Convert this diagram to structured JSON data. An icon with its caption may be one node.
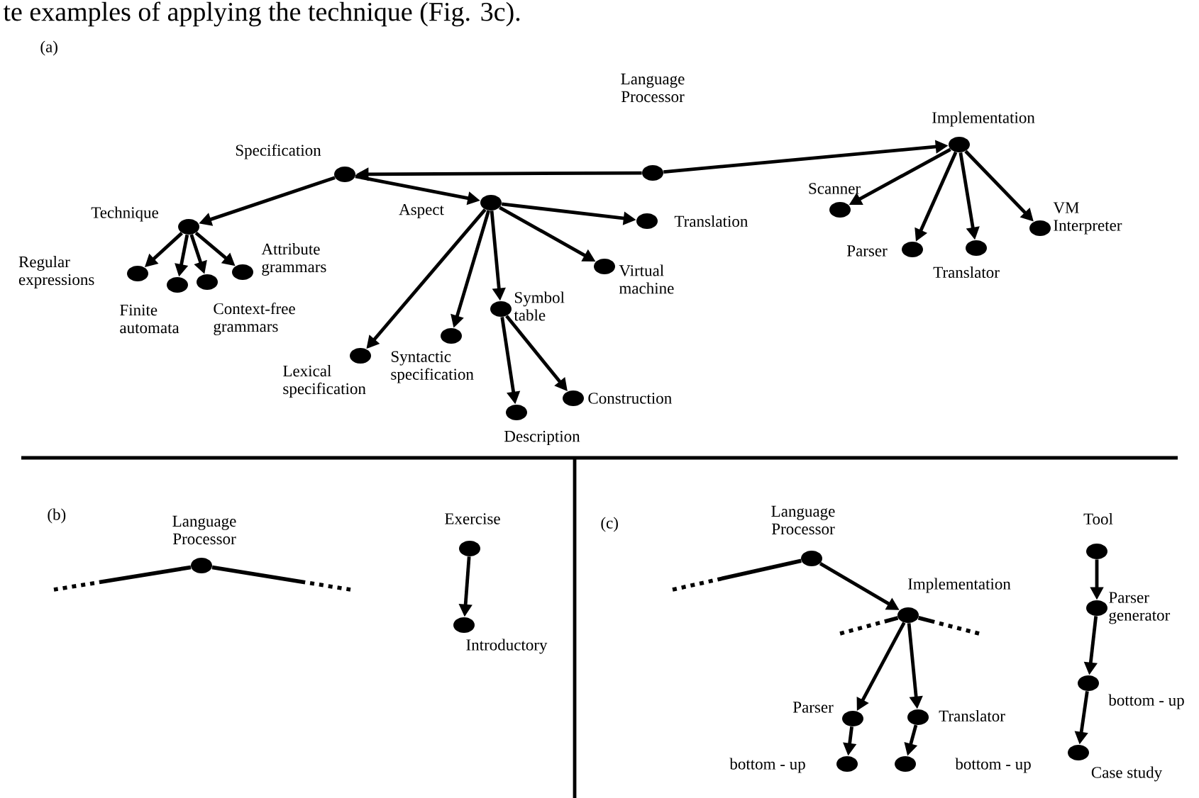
{
  "diagram": {
    "nodes": [
      {
        "text": [
          "Language Processor"
        ]
      },
      {
        "text": [
          "Specification"
        ]
      },
      {
        "text": [
          "Implementation"
        ]
      },
      {
        "text": [
          "Technique"
        ]
      },
      {
        "text": [
          "Aspect"
        ]
      },
      {
        "text": [
          "Translation"
        ]
      },
      {
        "text": [
          "Scanner"
        ]
      },
      {
        "text": [
          "Parser"
        ]
      },
      {
        "text": [
          "Translator"
        ]
      },
      {
        "text": [
          "VM Interpreter"
        ]
      },
      {
        "text": [
          "Regular expressions"
        ]
      },
      {
        "text": [
          "Finite automata"
        ]
      },
      {
        "text": [
          "Context-free grammars"
        ]
      },
      {
        "text": [
          "Attribute grammars"
        ]
      },
      {
        "text": [
          "Lexical specification"
        ]
      },
      {
        "text": [
          "Syntactic specification"
        ]
      },
      {
        "text": [
          "Symbol table"
        ]
      },
      {
        "text": [
          "Virtual machine"
        ]
      },
      {
        "text": [
          "Description"
        ]
      },
      {
        "text": [
          "Construction"
        ]
      },
      {
        "text": [
          "Language Processor"
        ]
      },
      {
        "text": [
          "Exercise"
        ]
      },
      {
        "text": [
          "Introductory"
        ]
      },
      {
        "text": [
          "Language Processor"
        ]
      },
      {
        "text": [
          "Implementation"
        ]
      },
      {
        "text": [
          "Parser"
        ]
      },
      {
        "text": [
          "Translator"
        ]
      },
      {
        "text": [
          "bottom - up"
        ]
      },
      {
        "text": [
          "bottom - up"
        ]
      },
      {
        "text": [
          "Tool"
        ]
      },
      {
        "text": [
          "Parser generator"
        ]
      },
      {
        "text": [
          "bottom - up"
        ]
      },
      {
        "text": [
          "Case study"
        ]
      }
    ],
    "edges": [
      {
        "from": 0,
        "to": 1,
        "arrow": "to"
      },
      {
        "from": 0,
        "to": 2,
        "arrow": "to"
      },
      {
        "from": 1,
        "to": 3,
        "arrow": "to"
      },
      {
        "from": 1,
        "to": 4,
        "arrow": "to"
      },
      {
        "from": 4,
        "to": 5,
        "arrow": "to"
      },
      {
        "from": 2,
        "to": 6,
        "arrow": "to"
      },
      {
        "from": 2,
        "to": 7,
        "arrow": "to"
      },
      {
        "from": 2,
        "to": 8,
        "arrow": "to"
      },
      {
        "from": 2,
        "to": 9,
        "arrow": "to"
      },
      {
        "from": 3,
        "to": 10,
        "arrow": "to"
      },
      {
        "from": 3,
        "to": 11,
        "arrow": "to"
      },
      {
        "from": 3,
        "to": 12,
        "arrow": "to"
      },
      {
        "from": 3,
        "to": 13,
        "arrow": "to"
      },
      {
        "from": 4,
        "to": 14,
        "arrow": "to"
      },
      {
        "from": 4,
        "to": 15,
        "arrow": "to"
      },
      {
        "from": 4,
        "to": 16,
        "arrow": "to"
      },
      {
        "from": 4,
        "to": 17,
        "arrow": "to"
      },
      {
        "from": 16,
        "to": 18,
        "arrow": "to"
      },
      {
        "from": 16,
        "to": 19,
        "arrow": "to"
      },
      {
        "from": 20,
        "to": null,
        "arrow": "none",
        "style": "dashed"
      },
      {
        "from": 20,
        "to": null,
        "arrow": "none",
        "style": "dashed"
      },
      {
        "from": 21,
        "to": 22,
        "arrow": "to"
      },
      {
        "from": 23,
        "to": null,
        "arrow": "none",
        "style": "dashed"
      },
      {
        "from": 23,
        "to": 24,
        "arrow": "to"
      },
      {
        "from": 24,
        "to": null,
        "arrow": "none",
        "style": "dashed"
      },
      {
        "from": 24,
        "to": null,
        "arrow": "none",
        "style": "dashed"
      },
      {
        "from": 24,
        "to": 25,
        "arrow": "to"
      },
      {
        "from": 24,
        "to": 26,
        "arrow": "to"
      },
      {
        "from": 25,
        "to": 27,
        "arrow": "to"
      },
      {
        "from": 26,
        "to": 28,
        "arrow": "to"
      },
      {
        "from": 29,
        "to": 30,
        "arrow": "to"
      },
      {
        "from": 30,
        "to": 31,
        "arrow": "to"
      },
      {
        "from": 31,
        "to": 32,
        "arrow": "to"
      }
    ],
    "labels": [
      "te examples of applying the technique (Fig. 3c).",
      "(a)",
      "(b)",
      "(c)"
    ]
  }
}
